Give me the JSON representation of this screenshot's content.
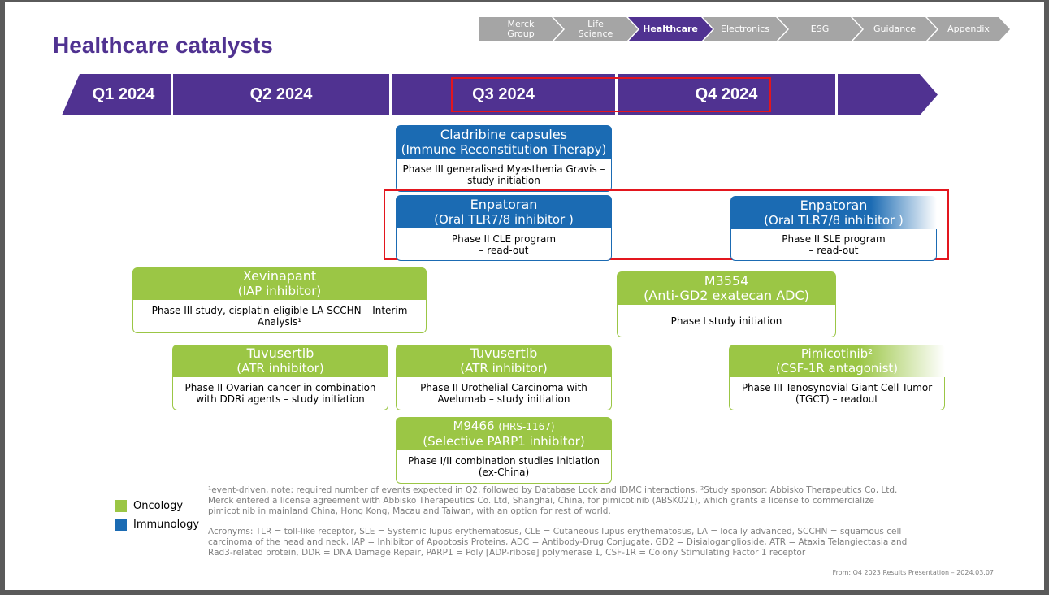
{
  "title": "Healthcare catalysts",
  "nav": {
    "items": [
      "Merck Group",
      "Life Science",
      "Healthcare",
      "Electronics",
      "ESG",
      "Guidance",
      "Appendix"
    ],
    "merck_l1": "Merck",
    "merck_l2": "Group",
    "life_l1": "Life",
    "life_l2": "Science",
    "active": "Healthcare"
  },
  "timeline": {
    "q1": "Q1 2024",
    "q2": "Q2 2024",
    "q3": "Q3 2024",
    "q4": "Q4 2024"
  },
  "cards": {
    "cladribine": {
      "name": "Cladribine capsules",
      "sub": "(Immune Reconstitution Therapy)",
      "l1": "Phase III generalised Myasthenia Gravis –",
      "l2": "study initiation"
    },
    "enpatoran_q3": {
      "name": "Enpatoran",
      "sub": "(Oral TLR7/8 inhibitor )",
      "l1": "Phase II CLE program",
      "l2": "– read-out"
    },
    "enpatoran_q4": {
      "name": "Enpatoran",
      "sub": "(Oral TLR7/8 inhibitor )",
      "l1": "Phase II SLE program",
      "l2": "– read-out"
    },
    "xevinapant": {
      "name": "Xevinapant",
      "sub": "(IAP inhibitor)",
      "l1": "Phase III study, cisplatin-eligible LA SCCHN – Interim",
      "l2": "Analysis¹"
    },
    "m3554": {
      "name": "M3554",
      "sub": "(Anti-GD2 exatecan ADC)",
      "l1": "Phase I study initiation"
    },
    "tuvusertib_q2": {
      "name": "Tuvusertib",
      "sub": "(ATR inhibitor)",
      "l1": "Phase II Ovarian cancer in combination",
      "l2": "with DDRi agents – study initiation"
    },
    "tuvusertib_q3": {
      "name": "Tuvusertib",
      "sub": "(ATR inhibitor)",
      "l1": "Phase II Urothelial Carcinoma with",
      "l2": "Avelumab – study initiation"
    },
    "pimicotinib": {
      "name": "Pimicotinib²",
      "sub": "(CSF-1R antagonist)",
      "l1": "Phase III Tenosynovial Giant Cell Tumor",
      "l2": "(TGCT) – readout"
    },
    "m9466": {
      "name": "M9466",
      "name_extra": "(HRS-1167)",
      "sub": "(Selective PARP1 inhibitor)",
      "l1": "Phase I/II combination studies initiation",
      "l2": "(ex-China)"
    }
  },
  "legend": {
    "oncology": "Oncology",
    "immunology": "Immunology",
    "oncology_color": "#9bc645",
    "immunology_color": "#1b6bb3"
  },
  "colors": {
    "brand_purple": "#503291",
    "highlight_red": "#e3161e"
  },
  "footnotes": {
    "l1": "¹event-driven, note: required number of events expected in Q2, followed by Database Lock and IDMC interactions, ²Study sponsor: Abbisko Therapeutics Co, Ltd.",
    "l2": "Merck entered a license agreement with Abbisko Therapeutics Co. Ltd, Shanghai, China, for pimicotinib (ABSK021), which grants a license to commercialize",
    "l3": "pimicotinib in mainland China, Hong Kong, Macau and Taiwan, with an option for rest of world.",
    "a1": "Acronyms: TLR = toll-like receptor, SLE = Systemic lupus erythematosus, CLE = Cutaneous lupus erythematosus, LA = locally advanced, SCCHN = squamous cell",
    "a2": "carcinoma of the head and neck, IAP = Inhibitor of Apoptosis Proteins, ADC = Antibody-Drug Conjugate, GD2 = Disialoganglioside, ATR = Ataxia Telangiectasia and",
    "a3": "Rad3-related protein, DDR = DNA Damage Repair, PARP1 = Poly [ADP-ribose] polymerase 1, CSF-1R = Colony Stimulating Factor 1 receptor"
  },
  "source": "From: Q4 2023 Results Presentation – 2024.03.07"
}
